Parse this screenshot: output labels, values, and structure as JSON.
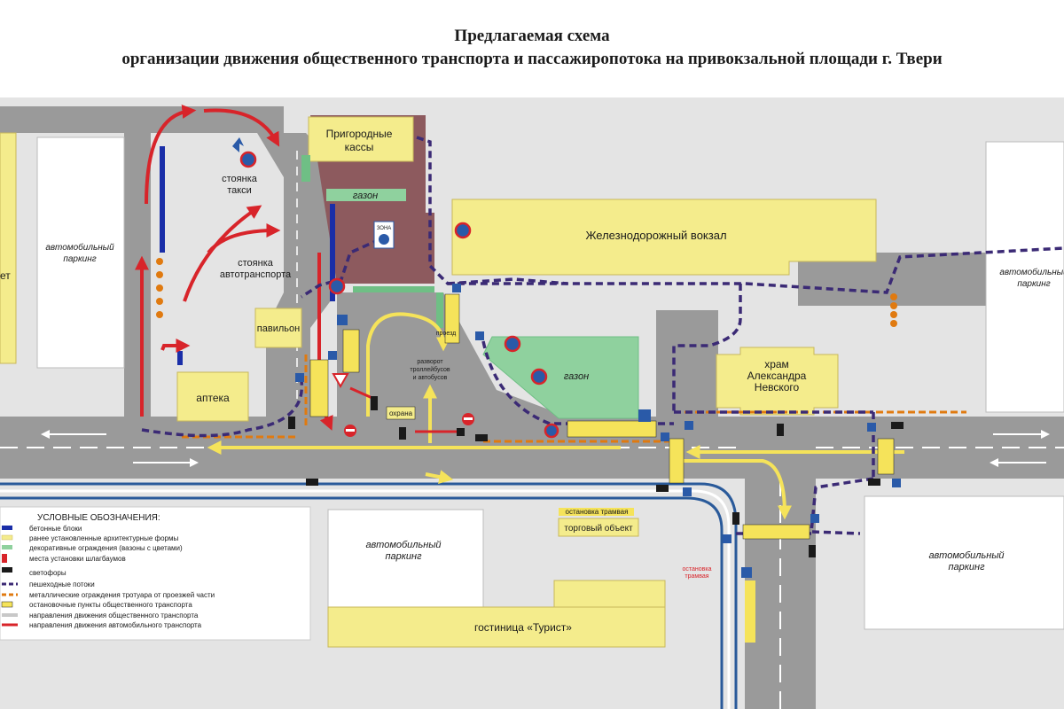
{
  "title": {
    "line1": "Предлагаемая схема",
    "line2": "организации движения общественного транспорта и пассажиропотока на привокзальной площади г. Твери"
  },
  "places": {
    "suburban_ticket": [
      "Пригородные",
      "кассы"
    ],
    "lawn": "газон",
    "railway_station": "Железнодорожный вокзал",
    "taxi_stand": [
      "стоянка",
      "такси"
    ],
    "car_stand": [
      "стоянка",
      "автотранспорта"
    ],
    "parking": [
      "автомобильный",
      "паркинг"
    ],
    "edge_label": "ет",
    "pavilion": "павильон",
    "pharmacy": "аптека",
    "zone": "ЗОНА",
    "church": [
      "храм",
      "Александра",
      "Невского"
    ],
    "passage": "проезд",
    "turnaround": [
      "разворот",
      "троллейбусов",
      "и автобусов"
    ],
    "guard": "охрана",
    "tram_stop_1": "остановка трамвая",
    "tram_stop_2": [
      "остановка",
      "трамвая"
    ],
    "retail": "торговый объект",
    "hotel": "гостиница «Турист»"
  },
  "legend": {
    "title": "УСЛОВНЫЕ ОБОЗНАЧЕНИЯ:",
    "items": [
      "бетонные блоки",
      "ранее установленные архитектурные формы",
      "декоративные ограждения (вазоны с цветами)",
      "места установки шлагбаумов",
      "светофоры",
      "пешеходные потоки",
      "металлические ограждения тротуара от проезжей части",
      "остановочные пункты общественного транспорта",
      "направления движения общественного транспорта",
      "направления движения автомобильного транспорта"
    ]
  },
  "icons": [
    "no-stopping-sign-icon",
    "pedestrian-crossing-icon",
    "traffic-light-icon",
    "no-entry-sign-icon",
    "give-way-sign-icon",
    "bus-stop-sign-icon",
    "barrier-icon",
    "parking-arrow-icon"
  ],
  "colors": {
    "road": "#9a9a9a",
    "sidewalk": "#e4e4e4",
    "building": "#f4ec8c",
    "building_stroke": "#c9b85a",
    "parking_lot": "#ffffff",
    "lawn": "#8fd19e",
    "lawn_dark": "#6fbf85",
    "station_plaza": "#8d5a5e",
    "pedestrian_flow": "#3b2a75",
    "public_transport": "#f5e35a",
    "car_traffic": "#d8242a",
    "fence": "#e07a10",
    "tram_rail": "#2a5a9a",
    "concrete_block": "#1a2ea8"
  }
}
